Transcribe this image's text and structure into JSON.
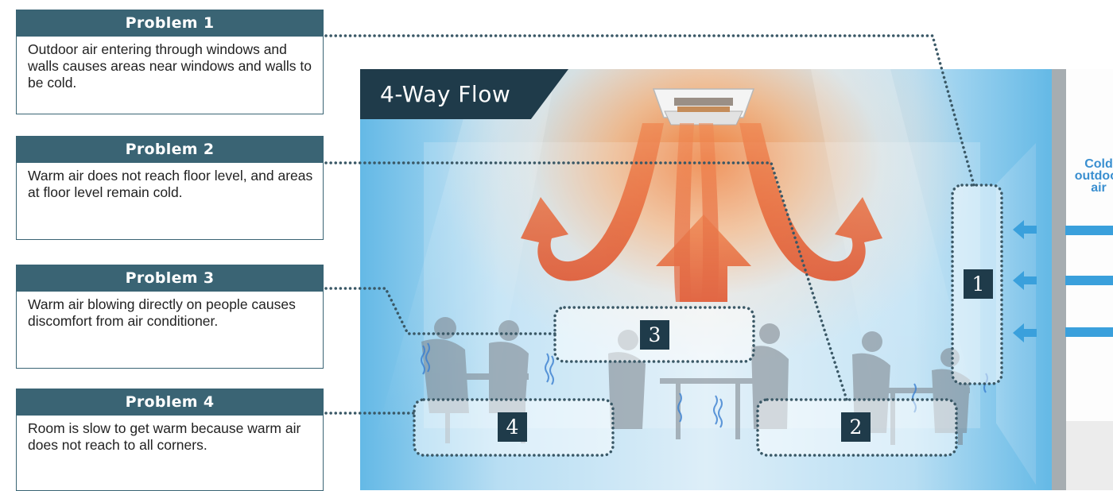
{
  "problems": [
    {
      "heading": "Problem 1",
      "text": "Outdoor air entering through windows and walls causes areas near windows and walls to be cold."
    },
    {
      "heading": "Problem 2",
      "text": "Warm air does not reach floor level, and areas at floor level remain cold."
    },
    {
      "heading": "Problem 3",
      "text": "Warm air blowing directly on people causes discomfort from air conditioner."
    },
    {
      "heading": "Problem 4",
      "text": "Room is slow to get warm because warm air does not reach to all corners."
    }
  ],
  "scene": {
    "title": "4-Way Flow",
    "badges": [
      "1",
      "2",
      "3",
      "4"
    ],
    "cold_label": [
      "Cold",
      "outdoor",
      "air"
    ]
  },
  "colors": {
    "card_header": "#3a6474",
    "badge": "#1f3b4a",
    "warm_arrow": "#e85a2a",
    "cold_arrow": "#3aa0dc",
    "dotted_line": "#3a5866"
  },
  "icons": [
    "ceiling-cassette-unit-icon",
    "warm-airflow-arrow-icon",
    "cold-air-arrow-icon",
    "people-silhouette-icon"
  ]
}
